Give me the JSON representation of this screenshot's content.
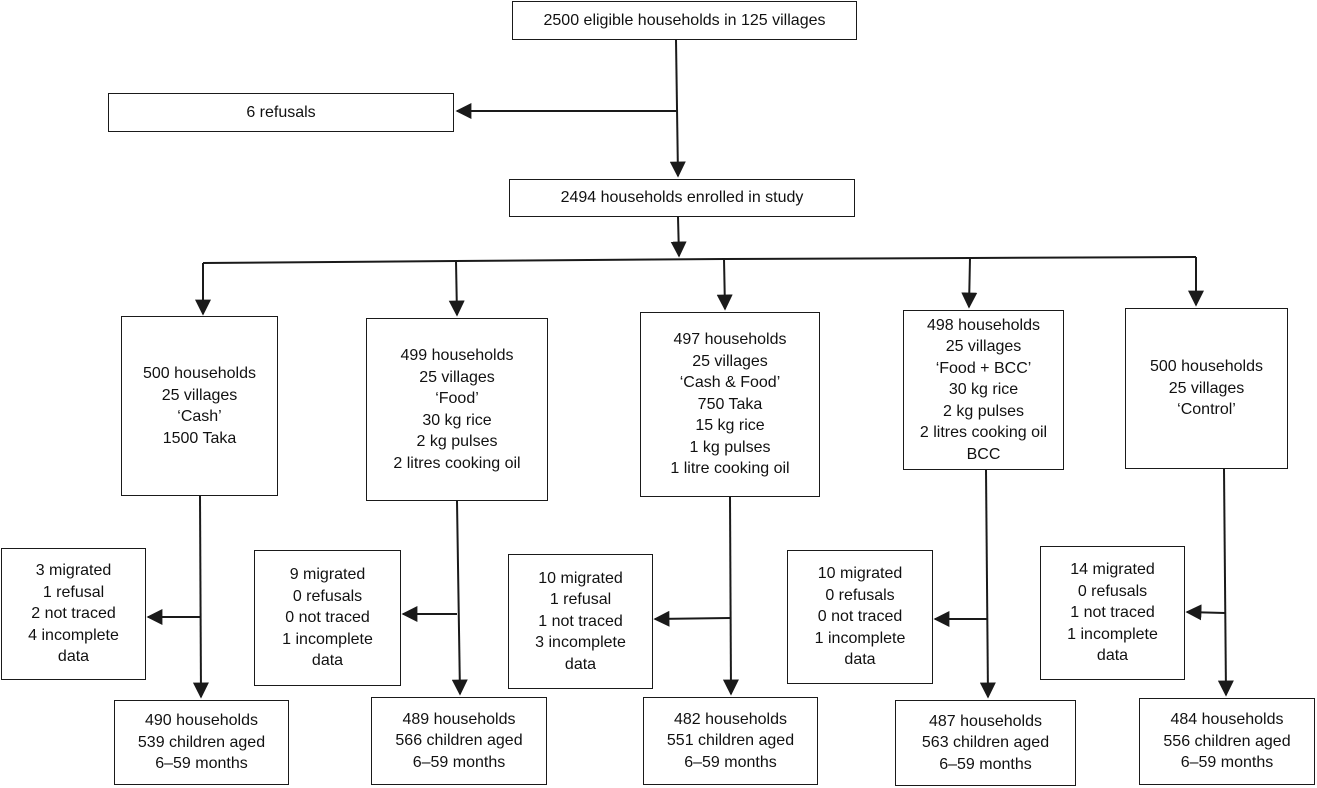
{
  "top": {
    "lines": [
      "2500 eligible households in 125 villages"
    ]
  },
  "refusals": {
    "lines": [
      "6 refusals"
    ]
  },
  "enrolled": {
    "lines": [
      "2494 households enrolled in study"
    ]
  },
  "arms": [
    {
      "lines": [
        "500 households",
        "25 villages",
        "‘Cash’",
        "1500 Taka"
      ]
    },
    {
      "lines": [
        "499 households",
        "25 villages",
        "‘Food’",
        "30 kg rice",
        "2 kg pulses",
        "2 litres cooking oil"
      ]
    },
    {
      "lines": [
        "497 households",
        "25 villages",
        "‘Cash & Food’",
        "750 Taka",
        "15 kg rice",
        "1 kg pulses",
        "1 litre cooking oil"
      ]
    },
    {
      "lines": [
        "498 households",
        "25 villages",
        "‘Food + BCC’",
        "30 kg rice",
        "2 kg pulses",
        "2 litres cooking oil",
        "BCC"
      ]
    },
    {
      "lines": [
        "500 households",
        "25 villages",
        "‘Control’"
      ]
    }
  ],
  "losses": [
    {
      "lines": [
        "3 migrated",
        "1 refusal",
        "2 not traced",
        "4 incomplete",
        "data"
      ]
    },
    {
      "lines": [
        "9 migrated",
        "0 refusals",
        "0 not traced",
        "1 incomplete",
        "data"
      ]
    },
    {
      "lines": [
        "10 migrated",
        "1 refusal",
        "1 not traced",
        "3 incomplete",
        "data"
      ]
    },
    {
      "lines": [
        "10 migrated",
        "0 refusals",
        "0 not traced",
        "1 incomplete",
        "data"
      ]
    },
    {
      "lines": [
        "14 migrated",
        "0 refusals",
        "1 not traced",
        "1 incomplete",
        "data"
      ]
    }
  ],
  "finals": [
    {
      "lines": [
        "490 households",
        "539 children aged",
        "6–59 months"
      ]
    },
    {
      "lines": [
        "489 households",
        "566 children aged",
        "6–59 months"
      ]
    },
    {
      "lines": [
        "482 households",
        "551 children aged",
        "6–59 months"
      ]
    },
    {
      "lines": [
        "487 households",
        "563 children aged",
        "6–59 months"
      ]
    },
    {
      "lines": [
        "484 households",
        "556 children aged",
        "6–59 months"
      ]
    }
  ]
}
